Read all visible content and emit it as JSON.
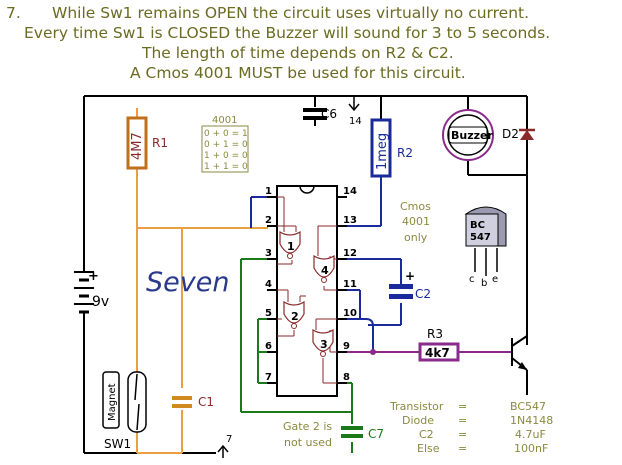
{
  "heading": {
    "number": "7.",
    "lines": [
      "While Sw1 remains OPEN the circuit uses virtually no current.",
      "Every time Sw1 is CLOSED the Buzzer will sound for 3 to 5 seconds.",
      "The length of time depends on R2 & C2.",
      "A Cmos 4001 MUST be used for this circuit."
    ]
  },
  "schematic": {
    "title_word": "Seven",
    "ic": {
      "name": "4001",
      "truth_table": [
        "0 + 0 = 1",
        "0 + 1 = 0",
        "1 + 0 = 0",
        "1 + 1 = 0"
      ],
      "note_lines": [
        "Cmos",
        "4001",
        "only"
      ],
      "pins_left": [
        "1",
        "2",
        "3",
        "4",
        "5",
        "6",
        "7"
      ],
      "pins_right": [
        "14",
        "13",
        "12",
        "11",
        "10",
        "9",
        "8"
      ],
      "gates": [
        "1",
        "2",
        "3",
        "4"
      ]
    },
    "components": {
      "r1_value": "4M7",
      "r1_ref": "R1",
      "r2_value": "1meg",
      "r2_ref": "R2",
      "r3_value": "4k7",
      "r3_ref": "R3",
      "c1_ref": "C1",
      "c2_ref": "C2",
      "c6_ref": "C6",
      "c7_ref": "C7",
      "c2_plus": "+",
      "battery_value": "9v",
      "battery_plus": "+",
      "buzzer": "Buzzer",
      "d2_ref": "D2",
      "switch_text": "Magnet",
      "switch_ref": "SW1",
      "transistor_body": [
        "BC",
        "547"
      ],
      "transistor_pins": [
        "c",
        "b",
        "e"
      ],
      "pin14_label": "14",
      "pin7_label": "7"
    },
    "gate2_note": [
      "Gate 2 is",
      "not used"
    ],
    "parts_list": [
      {
        "name": "Transistor",
        "eq": "=",
        "value": "BC547"
      },
      {
        "name": "Diode",
        "eq": "=",
        "value": "1N4148"
      },
      {
        "name": "C2",
        "eq": "=",
        "value": "4.7uF"
      },
      {
        "name": "Else",
        "eq": "=",
        "value": "100nF"
      }
    ],
    "colors": {
      "heading": "#6b6b22",
      "rail_wire": "#000000",
      "input_wire": "#e8a040",
      "feedback_wire": "#1a2a9a",
      "green_wire": "#1a7a1a",
      "gate_outline": "#8a2a2a",
      "resistor": "#c07018",
      "cap_blue": "#1a2a9a",
      "cap_orange": "#d08a20",
      "cap_green": "#1a7a1a",
      "r3_fill": "#8a2a8a",
      "seven_text": "#2a3a8a",
      "note_text": "#8a8a40"
    }
  }
}
